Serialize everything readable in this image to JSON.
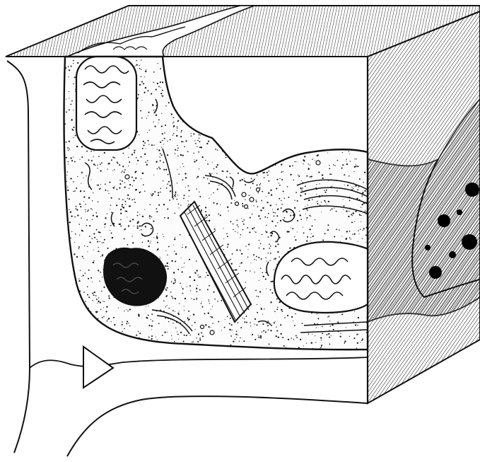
{
  "figure": {
    "style": "black ink line drawing with stipple shading",
    "colors": {
      "ink": "#111111",
      "paper": "#ffffff",
      "hatch": "#222222"
    },
    "parts": [
      "cell-block",
      "cell-membrane",
      "cytoplasm",
      "mitochondrion",
      "nucleus",
      "golgi-apparatus",
      "fibril-bundle",
      "endoplasmic-reticulum",
      "extracellular-space",
      "adjacent-cell"
    ]
  }
}
